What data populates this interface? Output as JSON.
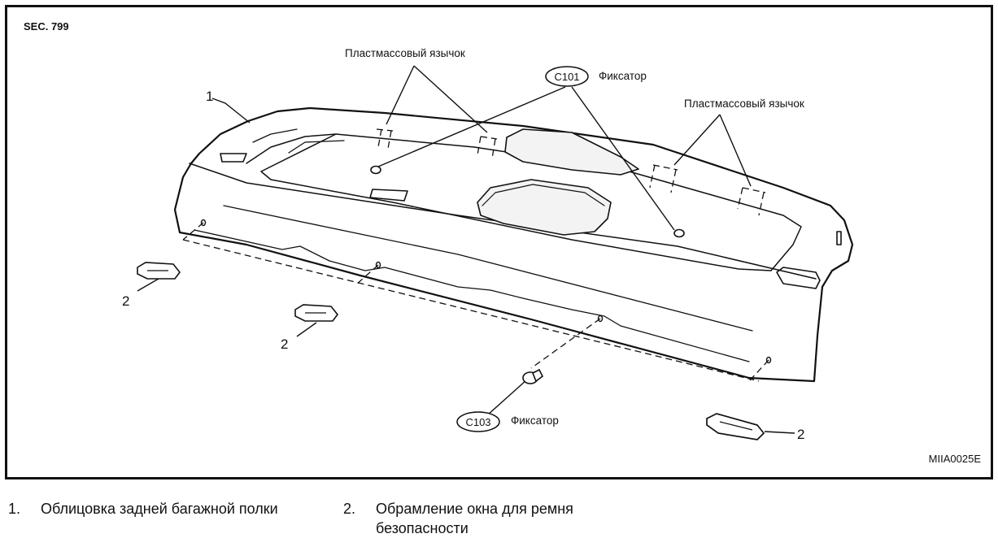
{
  "section": "SEC. 799",
  "figure_code": "MIIA0025E",
  "callouts": {
    "plastic_tab_left": "Пластмассовый язычок",
    "plastic_tab_right": "Пластмассовый язычок",
    "clip_upper": "Фиксатор",
    "clip_lower": "Фиксатор"
  },
  "part_codes": {
    "c101": "C101",
    "c103": "C103"
  },
  "part_numbers": {
    "shelf": "1",
    "bezel_a": "2",
    "bezel_b": "2",
    "bezel_c": "2"
  },
  "legend": [
    {
      "number": "1.",
      "text": "Облицовка задней багажной полки"
    },
    {
      "number": "2.",
      "text_line1": "Обрамление окна для ремня",
      "text_line2": "безопасности"
    }
  ]
}
